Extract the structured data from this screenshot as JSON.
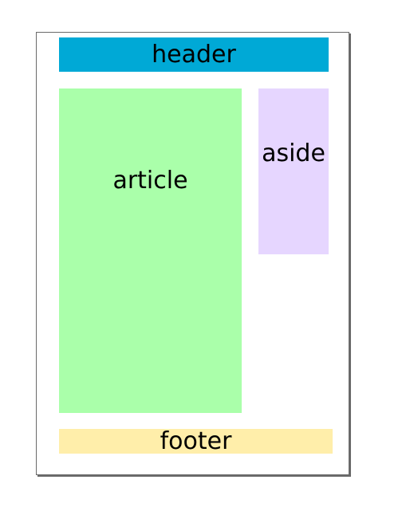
{
  "diagram": {
    "header": {
      "label": "header",
      "color": "#00a9d6"
    },
    "article": {
      "label": "article",
      "color": "#aaffaa"
    },
    "aside": {
      "label": "aside",
      "color": "#e6d6ff"
    },
    "footer": {
      "label": "footer",
      "color": "#ffeeaa"
    },
    "page_border_color": "#6a6a6a"
  }
}
